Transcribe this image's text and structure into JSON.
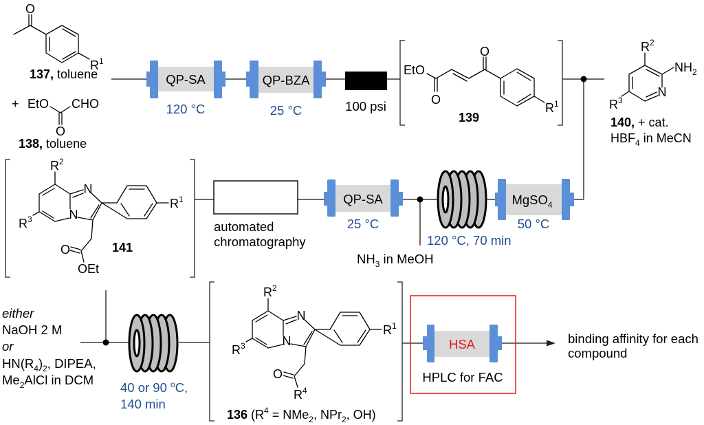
{
  "colors": {
    "column_cap": "#5b8fd8",
    "column_body": "#d9d9d9",
    "condition_text": "#1f5091",
    "highlight": "#e8161b",
    "coil_fill": "#bfbfbf",
    "line": "#3a3a3a"
  },
  "c137": {
    "atom_O": "O",
    "atom_R": "R",
    "atom_R_sup": "1",
    "label": "137,",
    "note": " toluene"
  },
  "c138": {
    "plus": "+",
    "atom_EtO": "EtO",
    "atom_CHO": "CHO",
    "atom_O": "O",
    "label": "138,",
    "note": " toluene"
  },
  "step1": {
    "column_a": {
      "name": "QP-SA",
      "condition": "120 °C"
    },
    "column_b": {
      "name": "QP-BZA",
      "condition": "25 °C"
    },
    "bpr": {
      "label": "100 psi"
    }
  },
  "c139": {
    "atom_EtO": "EtO",
    "atom_O_ester": "O",
    "atom_O_ketone": "O",
    "atom_R": "R",
    "atom_R_sup": "1",
    "label": "139"
  },
  "c140": {
    "atom_R2": "R",
    "atom_R2_sup": "2",
    "atom_NH": "NH",
    "atom_NH_sub": "2",
    "atom_N": "N",
    "atom_R3": "R",
    "atom_R3_sup": "3",
    "label": "140,",
    "note": " + cat.",
    "note2_a": "HBF",
    "note2_sub": "4",
    "note2_b": " in MeCN"
  },
  "step2": {
    "drying_column": {
      "name": "MgSO",
      "name_sub": "4",
      "condition": "50 °C"
    },
    "coil": {
      "condition": "120 °C, 70 min"
    },
    "reagent": {
      "a": "NH",
      "sub": "3",
      "b": " in MeOH"
    },
    "column": {
      "name": "QP-SA",
      "condition": "25 °C"
    },
    "purification": {
      "line1": "automated",
      "line2": "chromatography"
    }
  },
  "c141": {
    "atom_R2": "R",
    "atom_R2_sup": "2",
    "atom_N1": "N",
    "atom_N4": "N",
    "atom_R1": "R",
    "atom_R1_sup": "1",
    "atom_R3": "R",
    "atom_R3_sup": "3",
    "atom_O": "O",
    "atom_OEt": "OEt",
    "label": "141"
  },
  "step3": {
    "reagents": {
      "either": "either",
      "option1": "NaOH 2 M",
      "or": "or",
      "option2_line1": {
        "a": "HN(R",
        "sub1": "4",
        "b": ")",
        "sub2": "2",
        "c": ", DIPEA,"
      },
      "option2_line2": {
        "a": "Me",
        "sub": "2",
        "b": "AlCl in DCM"
      }
    },
    "coil": {
      "condition_a": "40 or 90 ",
      "condition_sup": "o",
      "condition_b": "C,",
      "condition_line2": "140 min"
    }
  },
  "c136": {
    "atom_R2": "R",
    "atom_R2_sup": "2",
    "atom_N1": "N",
    "atom_N4": "N",
    "atom_R1": "R",
    "atom_R1_sup": "1",
    "atom_R3": "R",
    "atom_R3_sup": "3",
    "atom_O": "O",
    "atom_R4": "R",
    "atom_R4_sup": "4",
    "label": "136",
    "desc": {
      "a": " (R",
      "sup": "4",
      "b": " = NMe",
      "sub1": "2",
      "c": ", NPr",
      "sub2": "2",
      "d": ", OH)"
    }
  },
  "step4": {
    "column": {
      "name": "HSA"
    },
    "label": "HPLC for FAC",
    "output": {
      "line1": "binding affinity for each",
      "line2": "compound"
    }
  }
}
